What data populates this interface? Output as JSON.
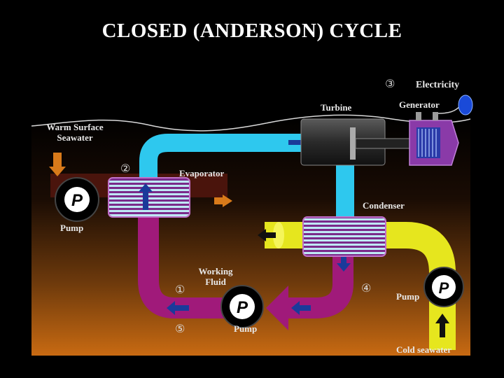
{
  "title": "CLOSED (ANDERSON) CYCLE",
  "labels": {
    "warm_surface": "Warm Surface",
    "seawater": "Seawater",
    "evaporator": "Evaporator",
    "turbine": "Turbine",
    "generator": "Generator",
    "electricity": "Electricity",
    "condenser": "Condenser",
    "pump_left": "Pump",
    "pump_bottom": "Pump",
    "pump_right": "Pump",
    "working": "Working",
    "fluid": "Fluid",
    "cold_seawater": "Cold seawater"
  },
  "pump_letter": "P",
  "step_numbers": {
    "n1": "①",
    "n2": "②",
    "n3": "③",
    "n4": "④",
    "n5": "⑤"
  },
  "colors": {
    "warm_pipe": "#5a1a10",
    "vapor_pipe": "#2ec8ee",
    "fluid_pipe": "#a01a7a",
    "cold_pipe": "#e6e61e",
    "exchanger": "#8a1a8a",
    "gradient_top": "#000000",
    "gradient_bottom": "#c86a12"
  },
  "icons": {
    "pump": "pump-icon",
    "turbine": "turbine-icon",
    "generator": "generator-icon",
    "lightbulb": "lightbulb-icon"
  }
}
